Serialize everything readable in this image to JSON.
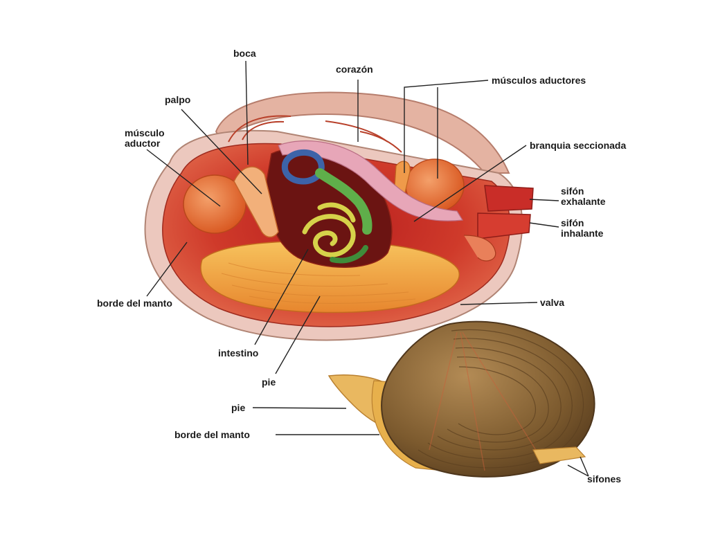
{
  "labels": {
    "boca": "boca",
    "corazon": "corazón",
    "musculos_aductores": "músculos aductores",
    "palpo": "palpo",
    "musculo_aductor_1": "músculo",
    "musculo_aductor_2": "aductor",
    "branquia": "branquia seccionada",
    "sifon_exhalante_1": "sifón",
    "sifon_exhalante_2": "exhalante",
    "sifon_inhalante_1": "sifón",
    "sifon_inhalante_2": "inhalante",
    "borde_manto_top": "borde del manto",
    "valva": "valva",
    "intestino": "intestino",
    "pie_top": "pie",
    "pie_bottom": "pie",
    "borde_manto_bottom": "borde del manto",
    "sifones": "sifones"
  },
  "colors": {
    "shell_rim": "#e9c6bd",
    "mantle": "#d9442c",
    "flesh": "#e8643f",
    "foot": "#f3a84a",
    "intestine": "#d6d24a",
    "heart_blue": "#3d63a8",
    "stomach_green": "#5fae4a",
    "outer_shell": "#8a6a3a",
    "leader_line": "#222222"
  }
}
